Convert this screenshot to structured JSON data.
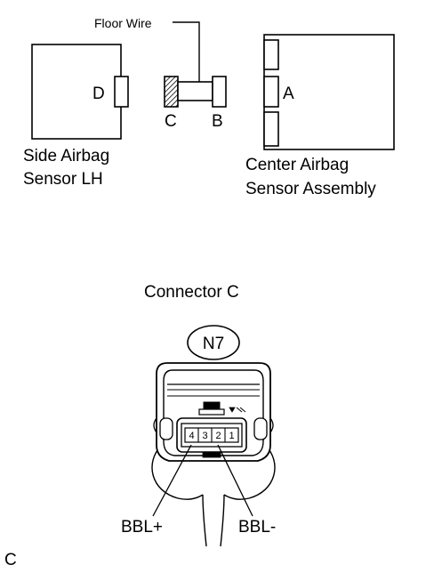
{
  "floor_wire_label": "Floor Wire",
  "side_sensor": {
    "connector_letter": "D",
    "name_line1": "Side Airbag",
    "name_line2": "Sensor LH"
  },
  "floor_wire_connectors": {
    "left_letter": "C",
    "right_letter": "B"
  },
  "center_sensor": {
    "connector_letter": "A",
    "name_line1": "Center Airbag",
    "name_line2": "Sensor Assembly"
  },
  "connector_view": {
    "title": "Connector C",
    "code": "N7",
    "pins": [
      "4",
      "3",
      "2",
      "1"
    ],
    "terminal_left": "BBL+",
    "terminal_right": "BBL-"
  },
  "figure_tag": "C"
}
